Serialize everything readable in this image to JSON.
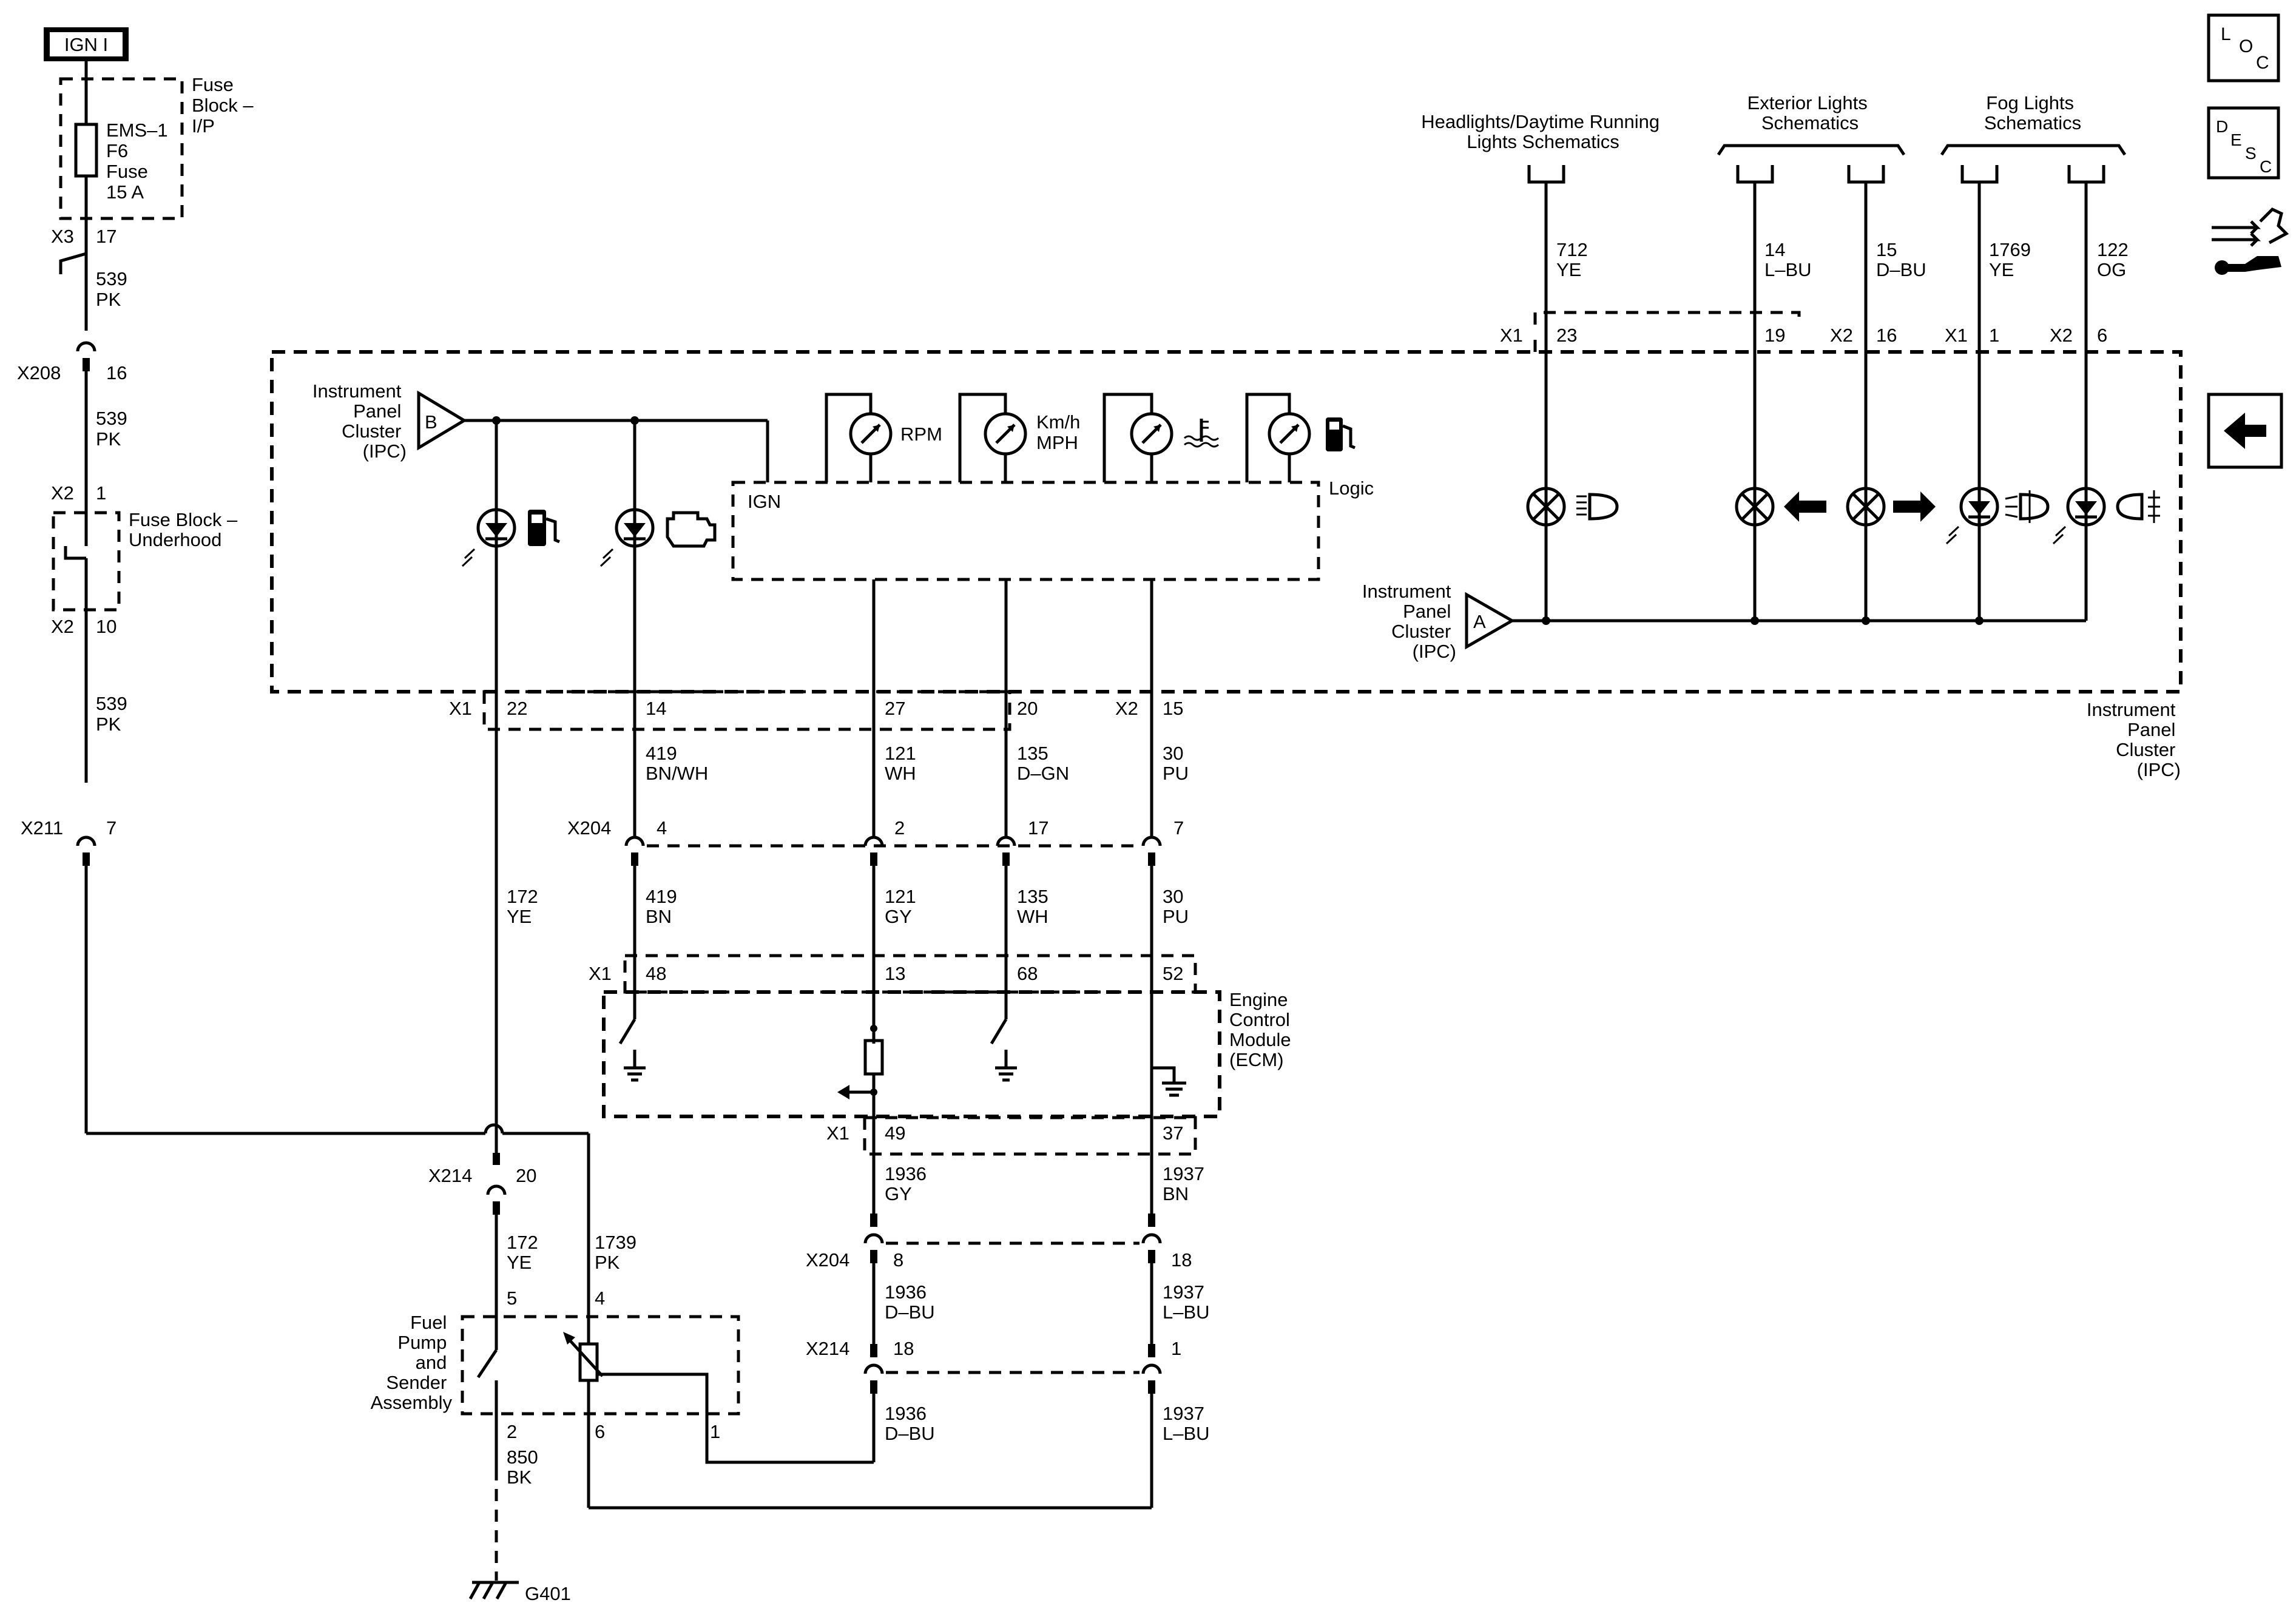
{
  "ign": "IGN I",
  "fuse_block_ip": [
    "Fuse",
    "Block –",
    "I/P"
  ],
  "fuse": [
    "EMS–1",
    "F6",
    "Fuse",
    "15 A"
  ],
  "fuse_block_underhood": [
    "Fuse Block –",
    "Underhood"
  ],
  "ipc_label": [
    "Instrument",
    "Panel",
    "Cluster",
    "(IPC)"
  ],
  "ecm_label": [
    "Engine",
    "Control",
    "Module",
    "(ECM)"
  ],
  "fuel_pump_label": [
    "Fuel",
    "Pump",
    "and",
    "Sender",
    "Assembly"
  ],
  "ipc_b": "B",
  "ipc_a": "A",
  "ign_label": "IGN",
  "logic_label": "Logic",
  "gauges": {
    "rpm": "RPM",
    "speed_1": "Km/h",
    "speed_2": "MPH"
  },
  "ground": "G401",
  "xrefs": [
    [
      "Headlights/Daytime Running",
      "Lights Schematics"
    ],
    [
      "Exterior Lights",
      "Schematics"
    ],
    [
      "Fog Lights",
      "Schematics"
    ]
  ],
  "nav_icons": {
    "loc": [
      "L",
      "O",
      "C"
    ],
    "desc": [
      "D",
      "E",
      "S",
      "C"
    ],
    "repair": "connector-repair-icon",
    "back": "back-arrow-icon"
  },
  "wires": {
    "w539_1": [
      "539",
      "PK"
    ],
    "w539_2": [
      "539",
      "PK"
    ],
    "w539_3": [
      "539",
      "PK"
    ],
    "w712": [
      "712",
      "YE"
    ],
    "w14": [
      "14",
      "L–BU"
    ],
    "w15": [
      "15",
      "D–BU"
    ],
    "w1769": [
      "1769",
      "YE"
    ],
    "w122": [
      "122",
      "OG"
    ],
    "w419a": [
      "419",
      "BN/WH"
    ],
    "w121a": [
      "121",
      "WH"
    ],
    "w135a": [
      "135",
      "D–GN"
    ],
    "w30a": [
      "30",
      "PU"
    ],
    "w172a": [
      "172",
      "YE"
    ],
    "w419b": [
      "419",
      "BN"
    ],
    "w121b": [
      "121",
      "GY"
    ],
    "w135b": [
      "135",
      "WH"
    ],
    "w30b": [
      "30",
      "PU"
    ],
    "w1936a": [
      "1936",
      "GY"
    ],
    "w1937a": [
      "1937",
      "BN"
    ],
    "w172b": [
      "172",
      "YE"
    ],
    "w1739": [
      "1739",
      "PK"
    ],
    "w1936b": [
      "1936",
      "D–BU"
    ],
    "w1937b": [
      "1937",
      "L–BU"
    ],
    "w1936c": [
      "1936",
      "D–BU"
    ],
    "w1937c": [
      "1937",
      "L–BU"
    ],
    "w850": [
      "850",
      "BK"
    ]
  },
  "connectors": {
    "X3_17": [
      "X3",
      "17"
    ],
    "X208_16": [
      "X208",
      "16"
    ],
    "X2_1": [
      "X2",
      "1"
    ],
    "X2_10": [
      "X2",
      "10"
    ],
    "X211_7": [
      "X211",
      "7"
    ],
    "X1_23": [
      "X1",
      "23"
    ],
    "X_19": [
      "",
      "19"
    ],
    "X2_16": [
      "X2",
      "16"
    ],
    "X1_1": [
      "X1",
      "1"
    ],
    "X2_6": [
      "X2",
      "6"
    ],
    "X1_22": [
      "X1",
      "22"
    ],
    "X_14": [
      "",
      "14"
    ],
    "X_27": [
      "",
      "27"
    ],
    "X_20": [
      "",
      "20"
    ],
    "X2_15": [
      "X2",
      "15"
    ],
    "X204_4": [
      "X204",
      "4"
    ],
    "X_2": [
      "",
      "2"
    ],
    "X_17": [
      "",
      "17"
    ],
    "X_7": [
      "",
      "7"
    ],
    "X1_48": [
      "X1",
      "48"
    ],
    "X_13": [
      "",
      "13"
    ],
    "X_68": [
      "",
      "68"
    ],
    "X_52": [
      "",
      "52"
    ],
    "X1_49": [
      "X1",
      "49"
    ],
    "X_37": [
      "",
      "37"
    ],
    "X214_20": [
      "X214",
      "20"
    ],
    "X204_8": [
      "X204",
      "8"
    ],
    "X_18a": [
      "",
      "18"
    ],
    "X214_18": [
      "X214",
      "18"
    ],
    "X_1a": [
      "",
      "1"
    ],
    "P5": [
      "",
      "5"
    ],
    "P4": [
      "",
      "4"
    ],
    "P2": [
      "",
      "2"
    ],
    "P6": [
      "",
      "6"
    ],
    "P1": [
      "",
      "1"
    ]
  }
}
